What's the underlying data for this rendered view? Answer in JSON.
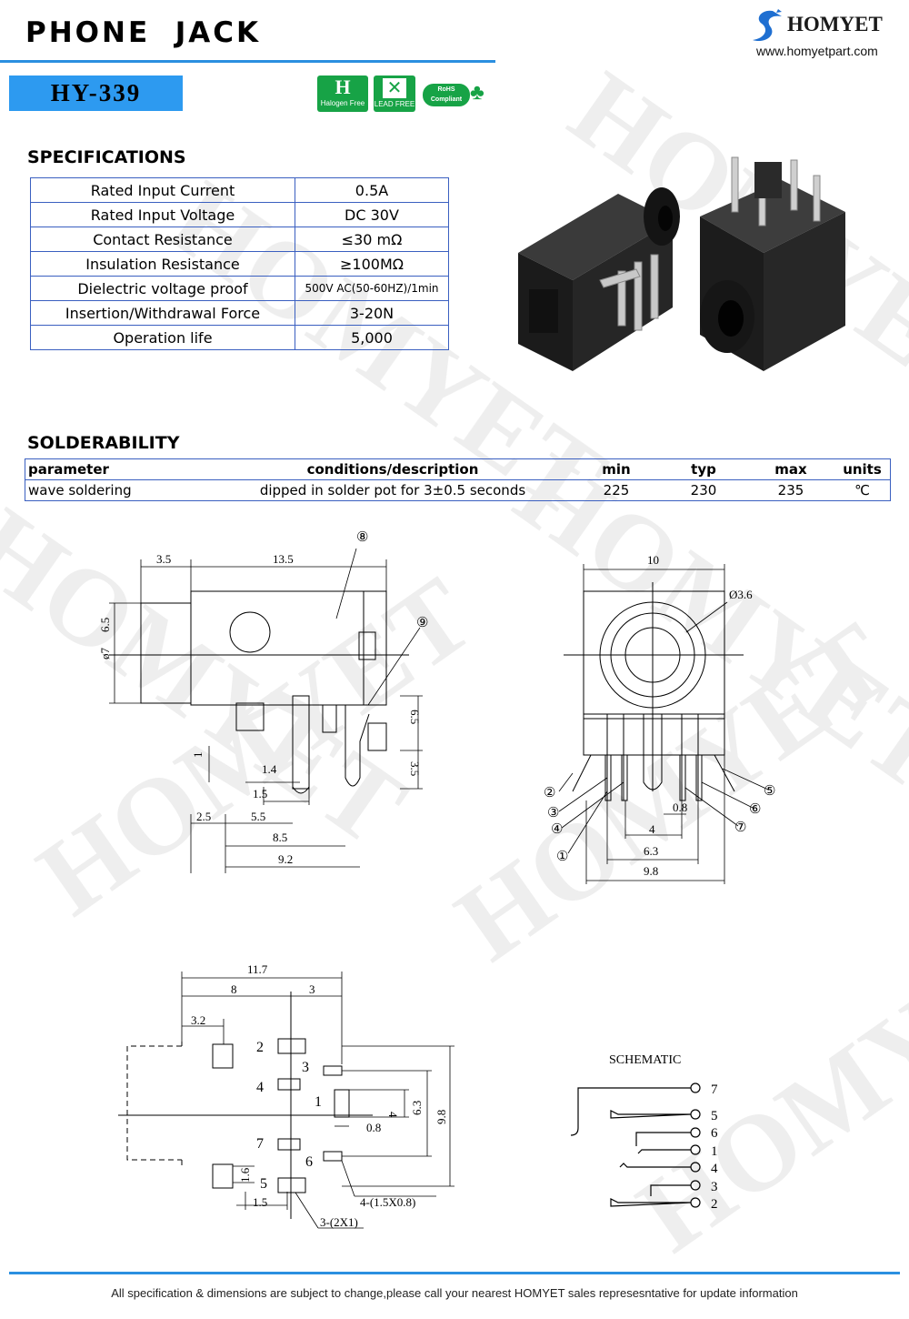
{
  "header": {
    "title": "PHONE  JACK",
    "model": "HY-339",
    "brand": "HOMYET",
    "website": "www.homyetpart.com",
    "certifications": [
      "Halogen Free",
      "LEAD FREE",
      "RoHS Compliant"
    ],
    "accent_color": "#2d9af0"
  },
  "specifications": {
    "heading": "SPECIFICATIONS",
    "rows": [
      {
        "name": "Rated Input Current",
        "value": "0.5A"
      },
      {
        "name": "Rated Input Voltage",
        "value": "DC  30V"
      },
      {
        "name": "Contact Resistance",
        "value": "≤30  mΩ"
      },
      {
        "name": "Insulation Resistance",
        "value": "≥100MΩ"
      },
      {
        "name": "Dielectric voltage proof",
        "value": "500V AC(50-60HZ)/1min"
      },
      {
        "name": "Insertion/Withdrawal Force",
        "value": "3-20N"
      },
      {
        "name": "Operation life",
        "value": "5,000"
      }
    ]
  },
  "solderability": {
    "heading": "SOLDERABILITY",
    "columns": [
      "parameter",
      "conditions/description",
      "min",
      "typ",
      "max",
      "units"
    ],
    "rows": [
      [
        "wave soldering",
        "dipped in solder pot for 3±0.5 seconds",
        "225",
        "230",
        "235",
        "℃"
      ]
    ]
  },
  "drawing_side": {
    "dims": [
      "3.5",
      "13.5",
      "6.5",
      "ø7",
      "6.5",
      "3.5",
      "1",
      "1.4",
      "1.5",
      "2.5",
      "5.5",
      "8.5",
      "9.2"
    ],
    "callouts": [
      "⑧",
      "⑨"
    ]
  },
  "drawing_front": {
    "dims": [
      "10",
      "Ø3.6",
      "0.8",
      "4",
      "6.3",
      "9.8"
    ],
    "callouts": [
      "②",
      "③",
      "④",
      "①",
      "⑤",
      "⑥",
      "⑦"
    ]
  },
  "drawing_footprint": {
    "dims": [
      "11.7",
      "8",
      "3",
      "3.2",
      "0.8",
      "4",
      "6.3",
      "9.8",
      "1.6",
      "1.5",
      "4-(1.5X0.8)",
      "3-(2X1)"
    ],
    "pins": [
      "2",
      "3",
      "4",
      "1",
      "7",
      "6",
      "5"
    ]
  },
  "schematic": {
    "title": "SCHEMATIC",
    "pins": [
      "7",
      "5",
      "6",
      "1",
      "4",
      "3",
      "2"
    ]
  },
  "footer": {
    "note": "All specification & dimensions are subject to change,please call your nearest HOMYET sales represesntative for update information"
  }
}
